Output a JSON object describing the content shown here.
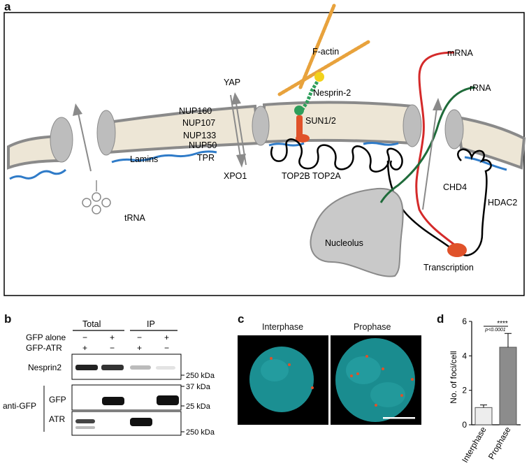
{
  "panel_a": {
    "letter": "a",
    "labels": {
      "f_actin": "F-actin",
      "mrna": "mRNA",
      "rrna": "rRNA",
      "yap": "YAP",
      "nesprin2": "Nesprin-2",
      "nup160": "NUP160",
      "nup107": "NUP107",
      "nup133": "NUP133",
      "nup50": "NUP50",
      "sun12": "SUN1/2",
      "lamins": "Lamins",
      "tpr": "TPR",
      "xpo1": "XPO1",
      "top2b_top2a": "TOP2B TOP2A",
      "chd4": "CHD4",
      "hdac2": "HDAC2",
      "trna": "tRNA",
      "nucleolus": "Nucleolus",
      "transcription": "Transcription"
    },
    "colors": {
      "actin": "#E8A23C",
      "nesprin": "#2E9E5B",
      "sun": "#E0522A",
      "yellow": "#F2D21B",
      "lamin": "#2F7BC8",
      "mrna": "#D42A2A",
      "rrna": "#1F6B3A",
      "envelope_fill": "#EDE6D6",
      "envelope_edge": "#8A8A8A",
      "pore": "#BDBDBD",
      "transcription": "#E0522A"
    }
  },
  "panel_b": {
    "letter": "b",
    "header_total": "Total",
    "header_ip": "IP",
    "row_gfp_alone": "GFP alone",
    "row_gfp_atr": "GFP-ATR",
    "gfp_alone_signs": [
      "−",
      "+",
      "−",
      "+"
    ],
    "gfp_atr_signs": [
      "+",
      "−",
      "+",
      "−"
    ],
    "blot_nesprin2": "Nesprin2",
    "anti_gfp": "anti-GFP",
    "blot_gfp": "GFP",
    "blot_atr": "ATR",
    "mw_250a": "250 kDa",
    "mw_37": "37 kDa",
    "mw_25": "25 kDa",
    "mw_250b": "250 kDa"
  },
  "panel_c": {
    "letter": "c",
    "title_interphase": "Interphase",
    "title_prophase": "Prophase"
  },
  "panel_d": {
    "letter": "d",
    "sig": "****",
    "pval": "p<0.0001",
    "chart_data": {
      "type": "bar",
      "categories": [
        "Interphase",
        "Prophase"
      ],
      "values": [
        1.0,
        4.5
      ],
      "errors": [
        0.15,
        0.8
      ],
      "ylabel": "No. of foci/cell",
      "ylim": [
        0,
        6
      ],
      "yticks": [
        0,
        2,
        4,
        6
      ],
      "colors": [
        "#EDEDED",
        "#8C8C8C"
      ]
    }
  }
}
